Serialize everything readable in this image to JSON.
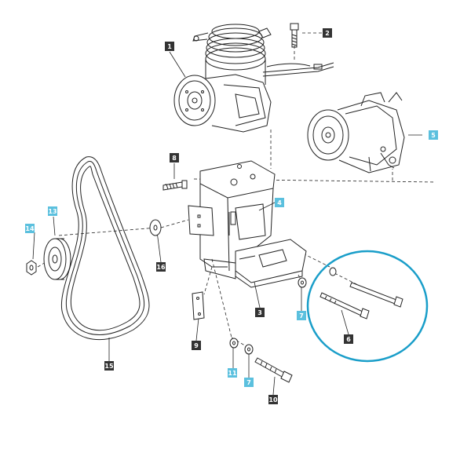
{
  "colors": {
    "callout_dark": "#333333",
    "callout_highlight": "#5bc0de",
    "highlight_ring": "#1a9ec9",
    "line": "#222222"
  },
  "callouts": {
    "c1": "1",
    "c2": "2",
    "c3": "3",
    "c4": "4",
    "c5": "5",
    "c6": "6",
    "c7a": "7",
    "c7b": "7",
    "c8": "8",
    "c9": "9",
    "c10": "10",
    "c11": "11",
    "c13": "13",
    "c14": "14",
    "c15": "15",
    "c16": "16"
  }
}
